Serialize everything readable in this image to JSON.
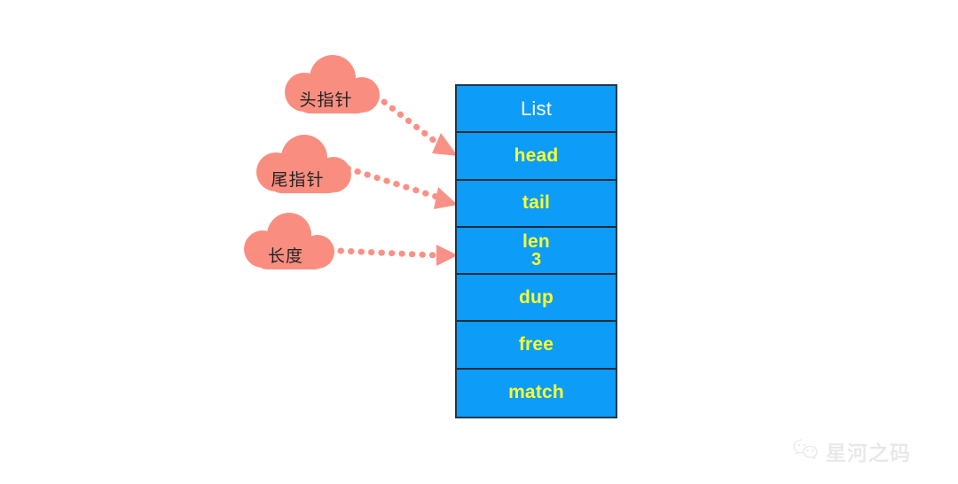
{
  "diagram": {
    "title": "List struct with pointer annotations",
    "background_color": "#ffffff",
    "struct": {
      "name": "List",
      "border_color": "#142d3a",
      "fill_color": "#0d9cf7",
      "header_text_color": "#ffffff",
      "field_text_color": "#ffff2b",
      "rows": [
        {
          "label": "List",
          "sub": "",
          "is_header": true
        },
        {
          "label": "head",
          "sub": "",
          "is_header": false
        },
        {
          "label": "tail",
          "sub": "",
          "is_header": false
        },
        {
          "label": "len",
          "sub": "3",
          "is_header": false
        },
        {
          "label": "dup",
          "sub": "",
          "is_header": false
        },
        {
          "label": "free",
          "sub": "",
          "is_header": false
        },
        {
          "label": "match",
          "sub": "",
          "is_header": false
        }
      ]
    },
    "clouds": [
      {
        "label": "头指针",
        "meaning": "head-pointer",
        "color": "#f98e80",
        "points_to": "head"
      },
      {
        "label": "尾指针",
        "meaning": "tail-pointer",
        "color": "#f98e80",
        "points_to": "tail"
      },
      {
        "label": "长度",
        "meaning": "length",
        "color": "#f98e80",
        "points_to": "len"
      }
    ],
    "arrows": {
      "style": "dotted",
      "color": "#fa9186",
      "count": 3
    }
  },
  "watermark": {
    "icon": "wechat-icon",
    "text": "星河之码"
  }
}
